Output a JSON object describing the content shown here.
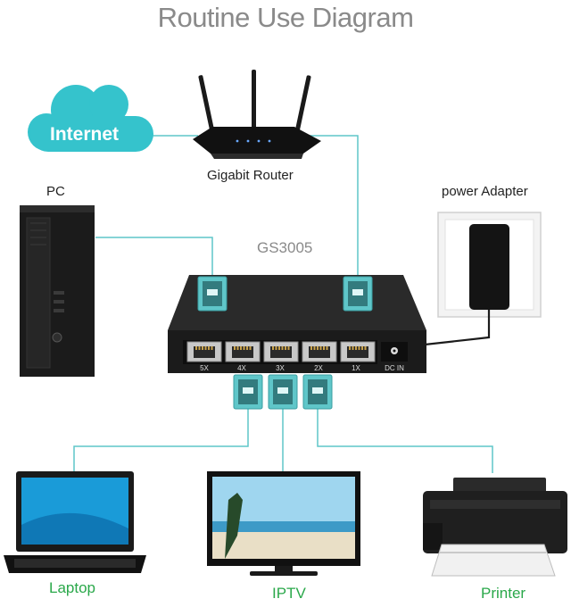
{
  "title": "Routine Use Diagram",
  "internet": {
    "label": "Internet"
  },
  "router": {
    "label": "Gigabit Router"
  },
  "pc": {
    "label": "PC"
  },
  "power": {
    "label": "power Adapter"
  },
  "switch": {
    "model": "GS3005",
    "ports": [
      "5X",
      "4X",
      "3X",
      "2X",
      "1X"
    ],
    "dc_label": "DC IN"
  },
  "devices": {
    "laptop": "Laptop",
    "iptv": "IPTV",
    "printer": "Printer"
  },
  "colors": {
    "cable": "#5fc6c9",
    "cloud": "#35c3cc",
    "device": "#1b1b1b",
    "label_green": "#2aa84a",
    "title_gray": "#8a8a8a"
  }
}
